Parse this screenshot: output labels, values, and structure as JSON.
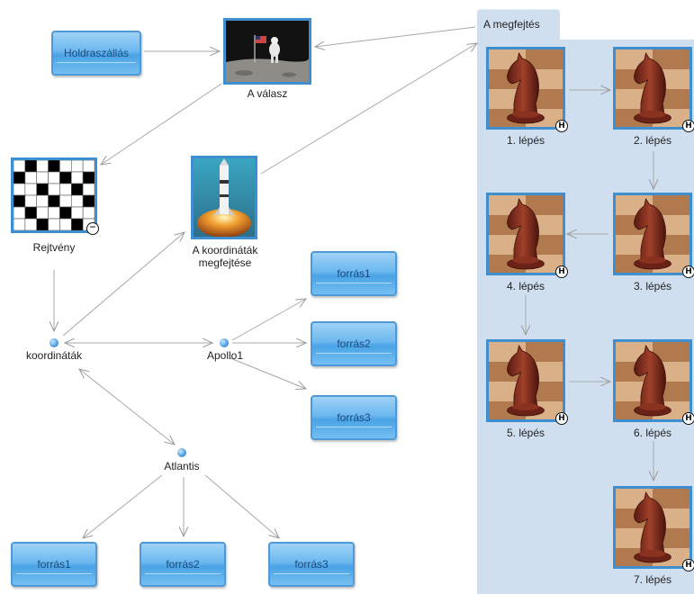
{
  "nodes": {
    "holdraszallas": "Holdraszállás",
    "a_valasz": "A válasz",
    "rejtveny": "Rejtvény",
    "koordinatak_megfejtese_1": "A koordináták",
    "koordinatak_megfejtese_2": "megfejtése",
    "koordinatak": "koordináták",
    "apollo1": "Apollo1",
    "atlantis": "Atlantis",
    "forras1_a": "forrás1",
    "forras2_a": "forrás2",
    "forras3_a": "forrás3",
    "forras1_b": "forrás1",
    "forras2_b": "forrás2",
    "forras3_b": "forrás3"
  },
  "panel": {
    "title": "A megfejtés",
    "steps": [
      "1. lépés",
      "2. lépés",
      "3. lépés",
      "4. lépés",
      "5. lépés",
      "6. lépés",
      "7. lépés"
    ],
    "badge": "H"
  },
  "rejtveny_badge": "−",
  "colors": {
    "node_border": "#3f8fd0",
    "button_fill": "#6bb8ef",
    "panel_bg": "#cfdff0",
    "edge": "#a0a0a0"
  }
}
